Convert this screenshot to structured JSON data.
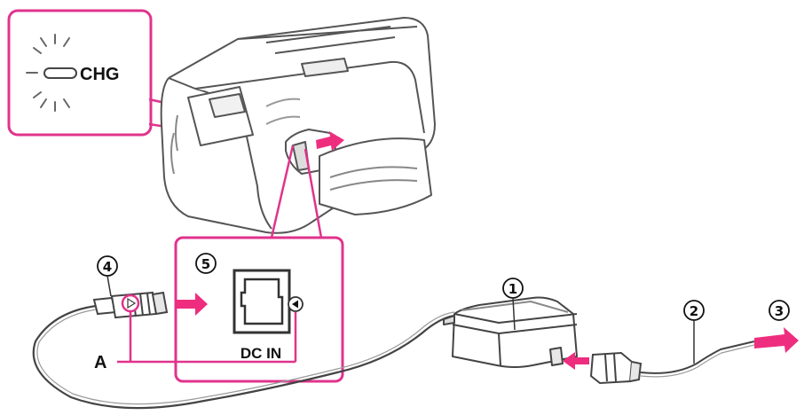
{
  "labels": {
    "chg": "CHG",
    "dc_in": "DC IN",
    "a": "A"
  },
  "callouts": {
    "adapter": "1",
    "power_cord": "2",
    "wall_outlet": "3",
    "dc_plug": "4",
    "dc_in_jack": "5"
  },
  "icons": [
    "chg-lamp-icon",
    "camcorder-icon",
    "dc-plug-icon",
    "dc-in-jack-icon",
    "ac-adapter-icon",
    "power-plug-icon",
    "arrow-right-icon",
    "triangle-mark-icon"
  ],
  "colors": {
    "accent": "#e0338c",
    "arrow": "#ee2d7f",
    "line": "#333333"
  }
}
